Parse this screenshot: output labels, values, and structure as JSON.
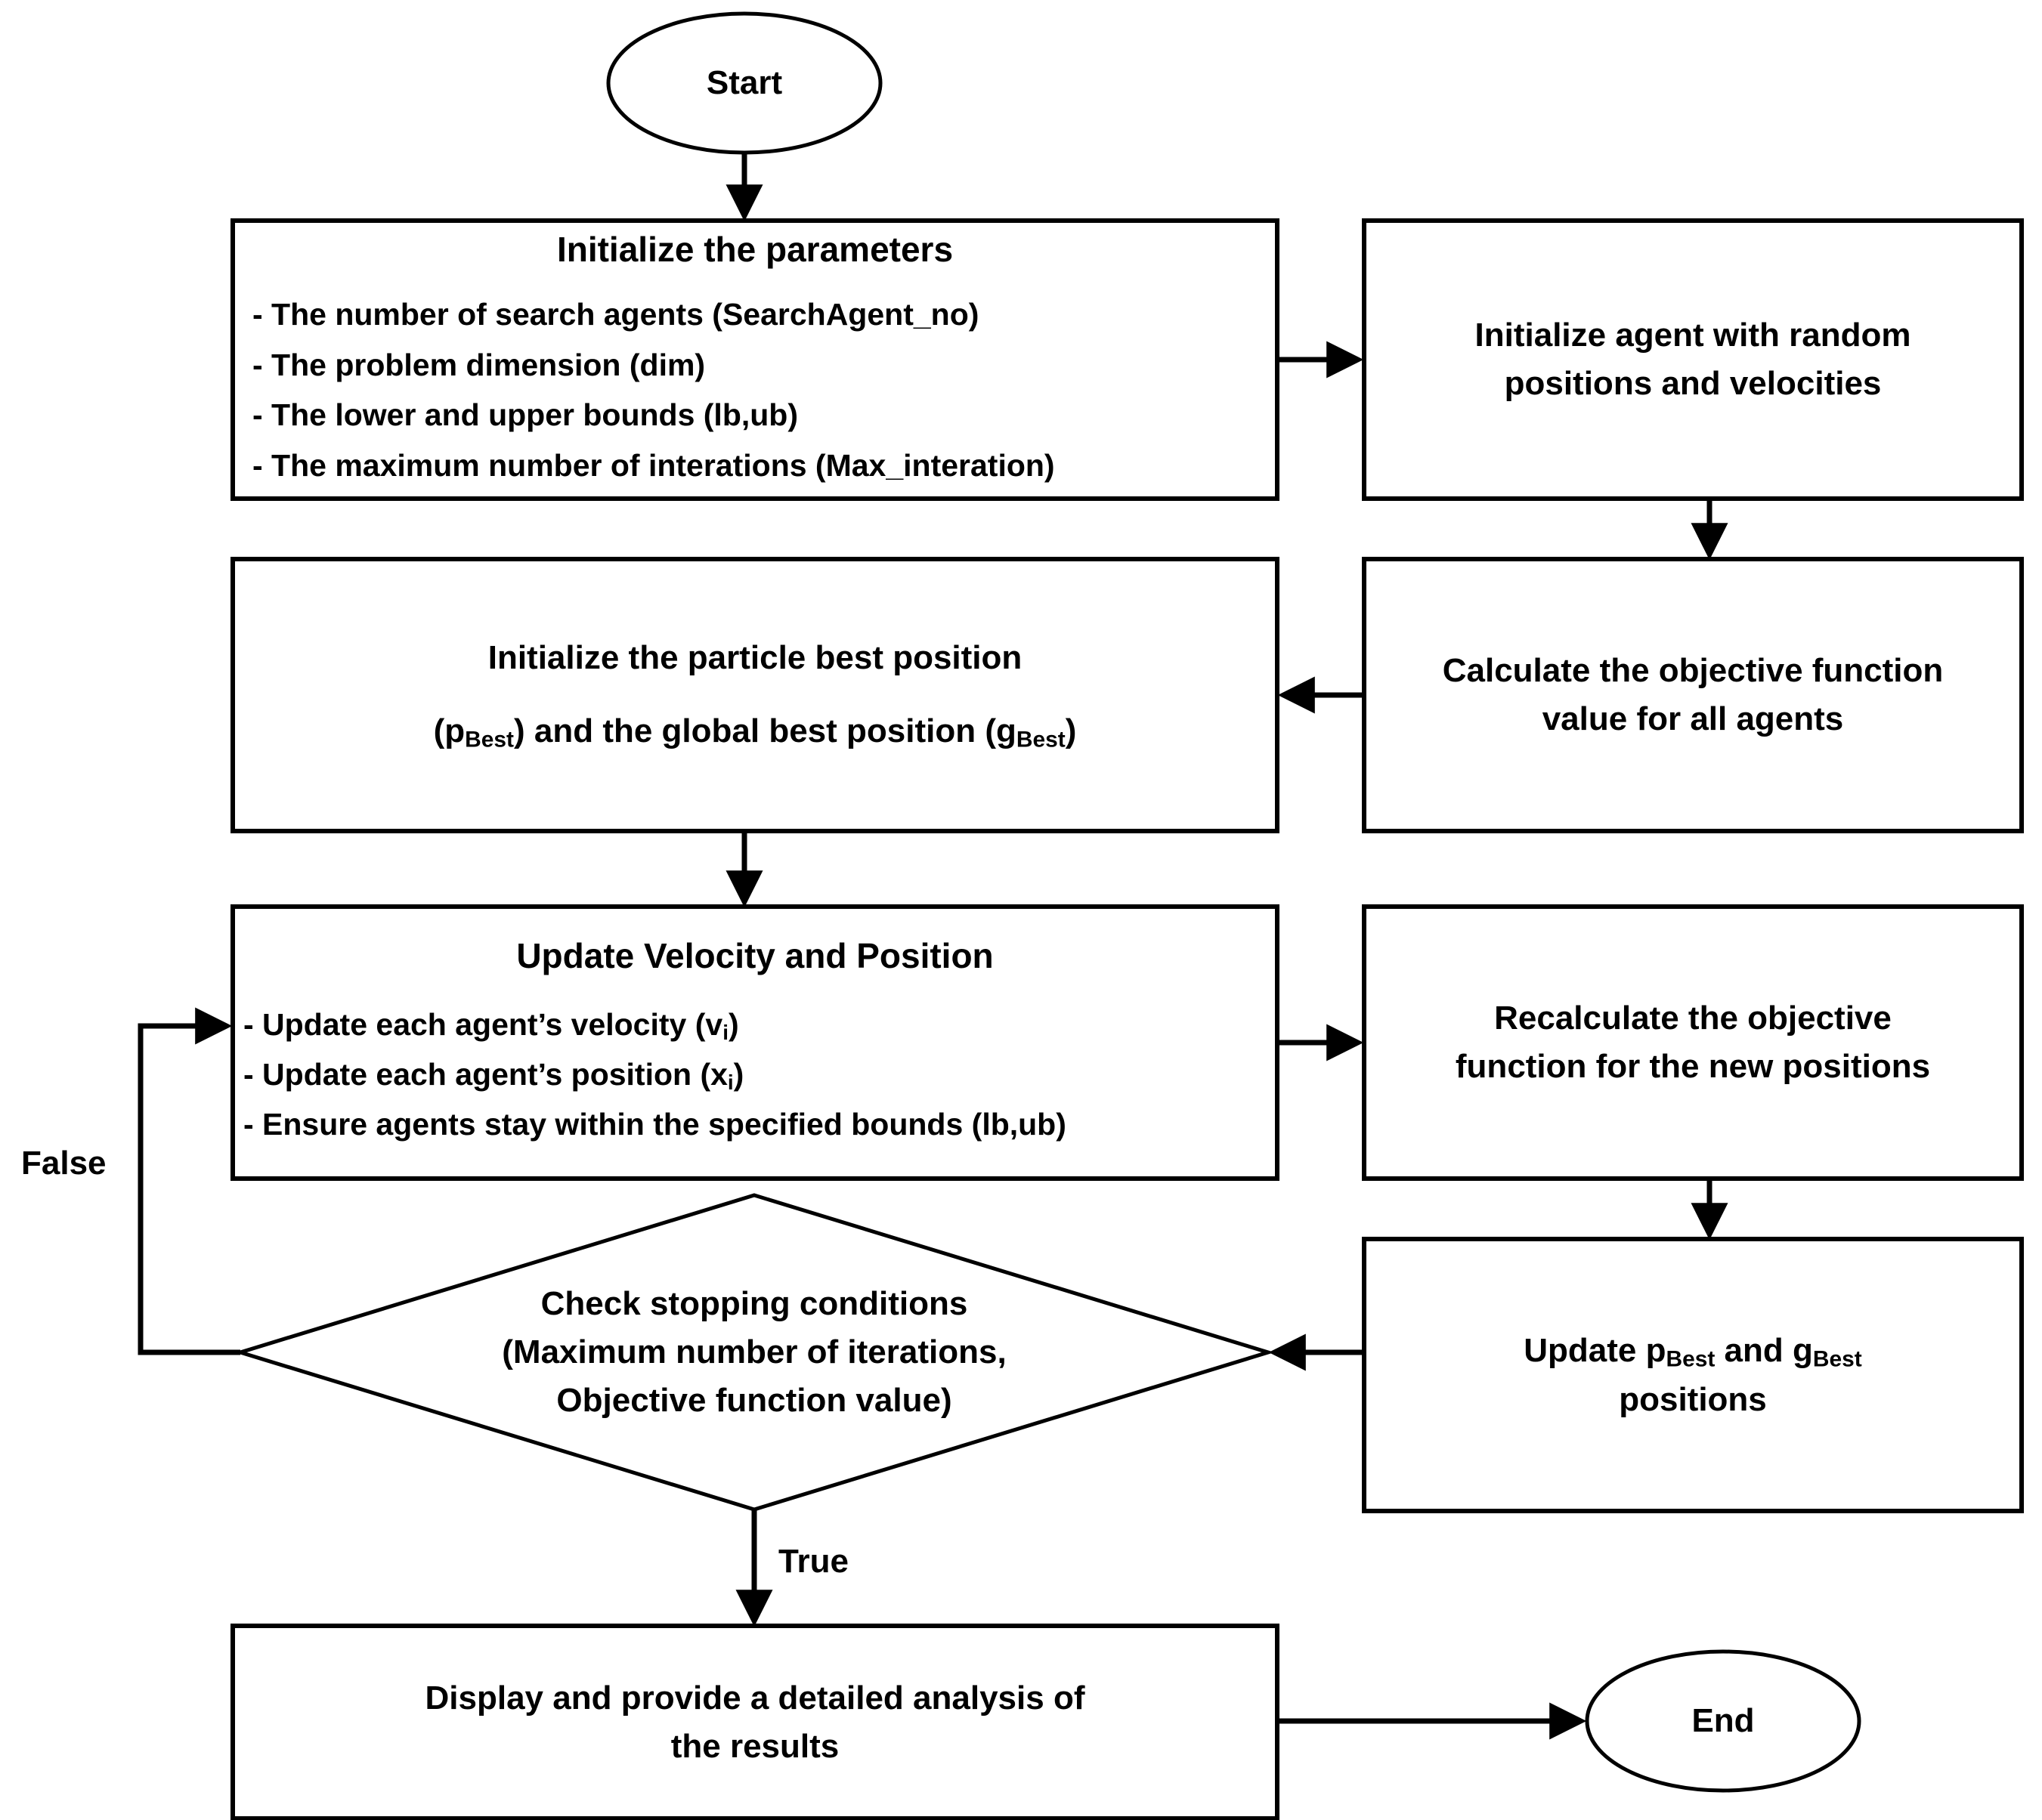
{
  "diagram": {
    "type": "flowchart",
    "title": "Particle Swarm Optimization algorithm flowchart",
    "colors": {
      "stroke": "#000000",
      "fill": "#ffffff",
      "text": "#000000"
    },
    "nodes": {
      "start": {
        "shape": "ellipse",
        "label": "Start"
      },
      "init_params": {
        "shape": "process",
        "title": "Initialize the parameters",
        "bullets": [
          "- The number of search agents (SearchAgent_no)",
          "- The problem dimension (dim)",
          "- The lower and upper bounds (lb,ub)",
          "- The maximum number of interations (Max_interation)"
        ]
      },
      "init_agent": {
        "shape": "process",
        "line1": "Initialize agent with random",
        "line2": "positions and velocities"
      },
      "calc_objective": {
        "shape": "process",
        "line1": "Calculate the objective function",
        "line2": "value for all agents"
      },
      "init_best": {
        "shape": "process",
        "line1": "Initialize the particle best position",
        "line2_a": "(p",
        "line2_sub_a": "Best",
        "line2_b": ") and the global best position (g",
        "line2_sub_b": "Best",
        "line2_c": ")"
      },
      "update_vel_pos": {
        "shape": "process",
        "title": "Update Velocity and Position",
        "bullets": [
          {
            "text": "- Update each agent’s velocity (v",
            "sub": "i",
            "tail": ")"
          },
          {
            "text": "- Update each agent’s position (x",
            "sub": "i",
            "tail": ")"
          },
          {
            "text": "- Ensure agents stay within the specified bounds (lb,ub)",
            "sub": "",
            "tail": ""
          }
        ]
      },
      "recalc_objective": {
        "shape": "process",
        "line1": "Recalculate the objective",
        "line2": "function for the new positions"
      },
      "update_best": {
        "shape": "process",
        "line1_a": "Update p",
        "line1_sub_a": "Best",
        "line1_b": " and g",
        "line1_sub_b": "Best",
        "line2": "positions"
      },
      "check_stop": {
        "shape": "decision",
        "line1": "Check stopping conditions",
        "line2": "(Maximum number of iterations,",
        "line3": "Objective function value)"
      },
      "display_results": {
        "shape": "process",
        "line1": "Display and provide a detailed analysis of",
        "line2": "the results"
      },
      "end": {
        "shape": "ellipse",
        "label": "End"
      }
    },
    "edge_labels": {
      "false_branch": "False",
      "true_branch": "True"
    }
  }
}
